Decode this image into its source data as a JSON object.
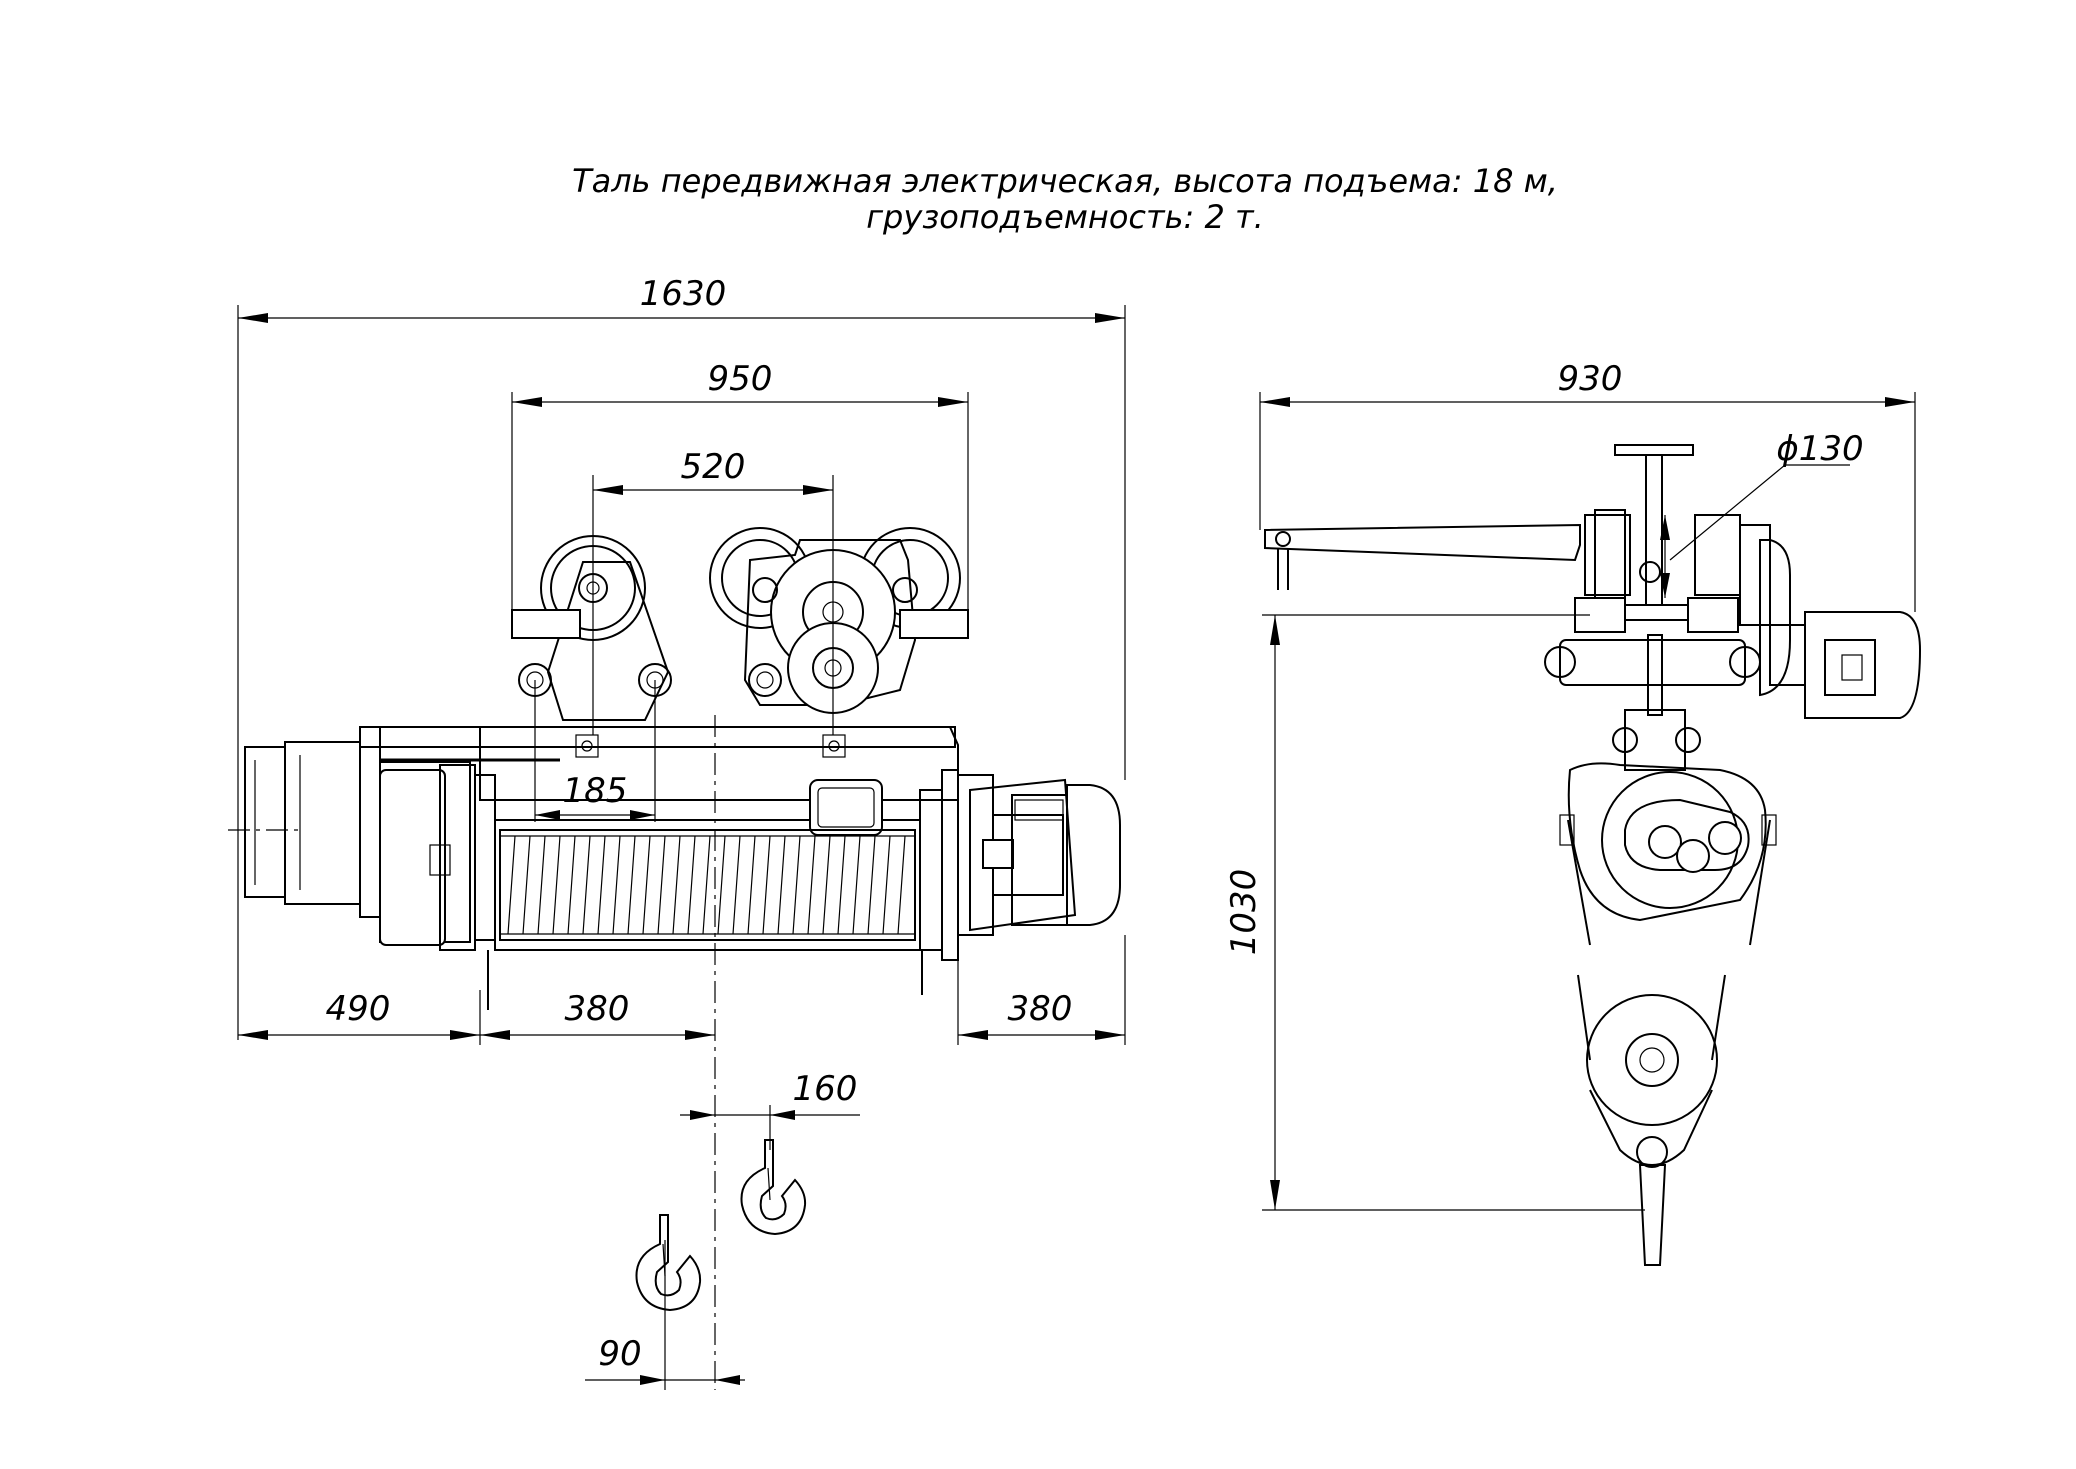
{
  "title": {
    "line1": "Таль передвижная электрическая, высота подъема: 18 м,",
    "line2": "грузоподъемность: 2 т."
  },
  "dimensions": {
    "overall_length": "1630",
    "wheel_span": "950",
    "wheel_base": "520",
    "bolt_spacing": "185",
    "left_motor": "490",
    "drum_left": "380",
    "right_motor": "380",
    "hook_offset_top": "160",
    "hook_offset_bottom": "90",
    "side_width": "930",
    "wheel_diameter": "ϕ130",
    "height": "1030"
  }
}
